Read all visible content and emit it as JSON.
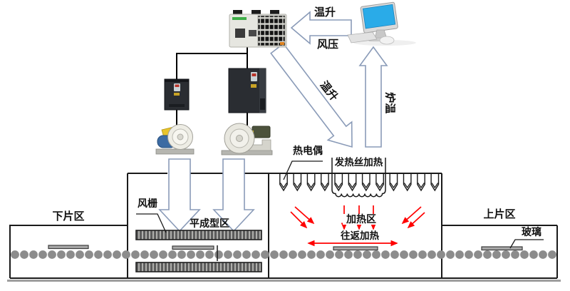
{
  "labels": {
    "temp_rise_top": "温升",
    "wind_pressure": "风压",
    "temp_rise_diagonal": "温升",
    "furnace_temp": "炉温",
    "thermocouple": "热电偶",
    "heating_wire": "发热丝加热",
    "unloading_zone": "下片区",
    "air_grid": "风栅",
    "flat_forming_zone": "平成型区",
    "heating_zone": "加热区",
    "reciprocating_heating": "往返加热",
    "loading_zone": "上片区",
    "glass": "玻璃"
  },
  "conveyor": {
    "roller_count": 59
  },
  "heaters": {
    "count": 12
  },
  "icons": [
    "plc-controller",
    "vfd-small",
    "vfd-large",
    "blower-small",
    "blower-large",
    "computer-workstation"
  ],
  "colors": {
    "signal_arrow_outline": "#8a9bb8",
    "heat_arrow_red": "#ff0000",
    "roller_gray": "#8c8c8c",
    "computer_screen_blue": "#2aabe8"
  }
}
